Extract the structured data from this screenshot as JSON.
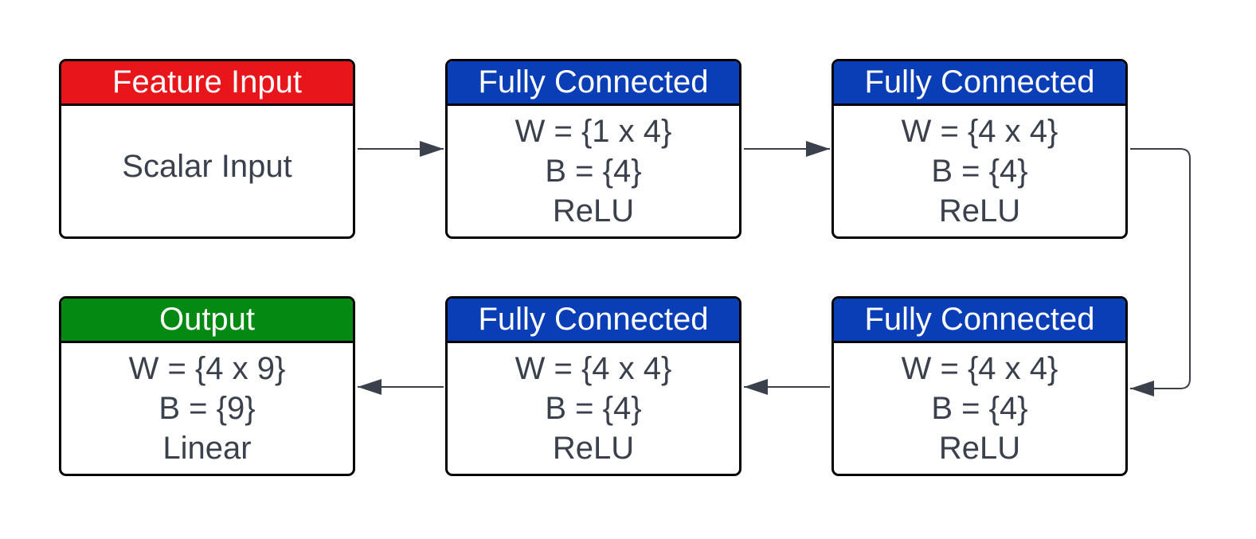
{
  "colors": {
    "input_header": "#e8161a",
    "hidden_header": "#0a3eb6",
    "output_header": "#048a12",
    "body_text": "#3a414c",
    "connector": "#3a414c",
    "border": "#000000"
  },
  "nodes": {
    "feature_input": {
      "title": "Feature Input",
      "lines": [
        "Scalar Input"
      ]
    },
    "fc1": {
      "title": "Fully Connected",
      "lines": [
        "W = {1 x 4}",
        "B = {4}",
        "ReLU"
      ]
    },
    "fc2": {
      "title": "Fully Connected",
      "lines": [
        "W = {4 x 4}",
        "B = {4}",
        "ReLU"
      ]
    },
    "fc3": {
      "title": "Fully Connected",
      "lines": [
        "W = {4 x 4}",
        "B = {4}",
        "ReLU"
      ]
    },
    "fc4": {
      "title": "Fully Connected",
      "lines": [
        "W = {4 x 4}",
        "B = {4}",
        "ReLU"
      ]
    },
    "output": {
      "title": "Output",
      "lines": [
        "W = {4 x 9}",
        "B = {9}",
        "Linear"
      ]
    }
  }
}
